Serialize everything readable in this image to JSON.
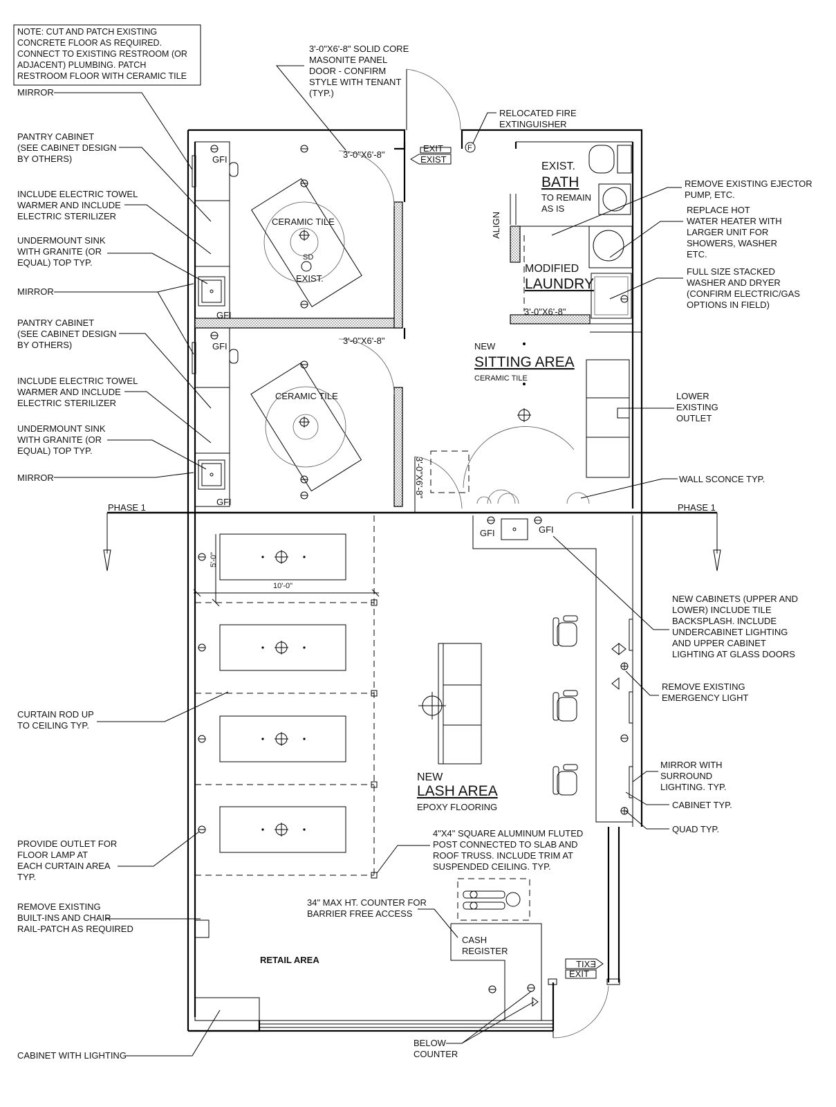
{
  "note_box": {
    "lines": [
      "NOTE: CUT AND PATCH EXISTING",
      "CONCRETE FLOOR AS REQUIRED.",
      "CONNECT TO EXISTING RESTROOM (OR",
      "ADJACENT) PLUMBING. PATCH",
      "RESTROOM FLOOR WITH CERAMIC TILE"
    ]
  },
  "door_note": {
    "lines": [
      "3'-0\"X6'-8\" SOLID CORE",
      "MASONITE PANEL",
      "DOOR - CONFIRM",
      "STYLE WITH TENANT",
      "(TYP.)"
    ]
  },
  "rooms": {
    "exist_bath": {
      "line1": "EXIST.",
      "line2": "BATH",
      "sub1": "TO REMAIN",
      "sub2": "AS IS"
    },
    "laundry": {
      "line1": "MODIFIED",
      "line2": "LAUNDRY"
    },
    "sitting": {
      "line1": "NEW",
      "line2": "SITTING AREA",
      "floor": "CERAMIC TILE"
    },
    "lash": {
      "line1": "NEW",
      "line2": "LASH AREA",
      "floor": "EPOXY FLOORING"
    },
    "retail": {
      "label": "RETAIL AREA"
    },
    "treatment1": {
      "floor": "CERAMIC TILE",
      "sd": "SD",
      "exist": "EXIST."
    },
    "treatment2": {
      "floor": "CERAMIC TILE"
    }
  },
  "left_callouts": [
    {
      "lines": [
        "MIRROR"
      ]
    },
    {
      "lines": [
        "PANTRY CABINET",
        "(SEE CABINET DESIGN",
        "BY OTHERS)"
      ]
    },
    {
      "lines": [
        "INCLUDE ELECTRIC TOWEL",
        "WARMER AND INCLUDE",
        "ELECTRIC STERILIZER"
      ]
    },
    {
      "lines": [
        "UNDERMOUNT SINK",
        "WITH GRANITE (OR",
        "EQUAL) TOP TYP."
      ]
    },
    {
      "lines": [
        "MIRROR"
      ]
    },
    {
      "lines": [
        "PANTRY CABINET",
        "(SEE CABINET DESIGN",
        "BY OTHERS)"
      ]
    },
    {
      "lines": [
        "INCLUDE ELECTRIC TOWEL",
        "WARMER AND INCLUDE",
        "ELECTRIC STERILIZER"
      ]
    },
    {
      "lines": [
        "UNDERMOUNT SINK",
        "WITH GRANITE (OR",
        "EQUAL) TOP TYP."
      ]
    },
    {
      "lines": [
        "MIRROR"
      ]
    },
    {
      "lines": [
        "CURTAIN ROD UP",
        "TO CEILING TYP."
      ]
    },
    {
      "lines": [
        "PROVIDE OUTLET FOR",
        "FLOOR LAMP AT",
        "EACH CURTAIN AREA",
        "TYP."
      ]
    },
    {
      "lines": [
        "REMOVE EXISTING",
        "BUILT-INS AND CHAIR",
        "RAIL-PATCH AS REQUIRED"
      ]
    },
    {
      "lines": [
        "CABINET WITH LIGHTING"
      ]
    }
  ],
  "right_callouts": [
    {
      "lines": [
        "RELOCATED FIRE",
        "EXTINGUISHER"
      ]
    },
    {
      "lines": [
        "REMOVE EXISTING EJECTOR",
        "PUMP, ETC."
      ]
    },
    {
      "lines": [
        "REPLACE HOT",
        "WATER HEATER WITH",
        "LARGER UNIT FOR",
        "SHOWERS, WASHER",
        "ETC."
      ]
    },
    {
      "lines": [
        "FULL SIZE STACKED",
        "WASHER AND DRYER",
        "(CONFIRM ELECTRIC/GAS",
        "OPTIONS IN FIELD)"
      ]
    },
    {
      "lines": [
        "LOWER",
        "EXISTING",
        "OUTLET"
      ]
    },
    {
      "lines": [
        "WALL SCONCE TYP."
      ]
    },
    {
      "lines": [
        "NEW CABINETS (UPPER AND",
        "LOWER) INCLUDE TILE",
        "BACKSPLASH. INCLUDE",
        "UNDERCABINET LIGHTING",
        "AND UPPER CABINET",
        "LIGHTING AT GLASS DOORS"
      ]
    },
    {
      "lines": [
        "REMOVE EXISTING",
        "EMERGENCY LIGHT"
      ]
    },
    {
      "lines": [
        "MIRROR WITH",
        "SURROUND",
        "LIGHTING. TYP."
      ]
    },
    {
      "lines": [
        "CABINET TYP."
      ]
    },
    {
      "lines": [
        "QUAD TYP."
      ]
    }
  ],
  "center_callouts": {
    "post": [
      "4\"X4\" SQUARE ALUMINUM FLUTED",
      "POST CONNECTED TO SLAB AND",
      "ROOF TRUSS. INCLUDE TRIM AT",
      "SUSPENDED CEILING. TYP."
    ],
    "counter": [
      "34\" MAX HT. COUNTER FOR",
      "BARRIER FREE ACCESS"
    ],
    "cash": [
      "CASH",
      "REGISTER"
    ],
    "below": [
      "BELOW",
      "COUNTER"
    ]
  },
  "tags": {
    "door_size": "3'-0\"X6'-8\"",
    "gfi": "GFI",
    "exit": "EXIT",
    "exist": "EXIST",
    "align": "ALIGN",
    "phase": "PHASE 1",
    "dim_5": "5'-0\"",
    "dim_10": "10'-0\"",
    "fire_ext": "F"
  }
}
